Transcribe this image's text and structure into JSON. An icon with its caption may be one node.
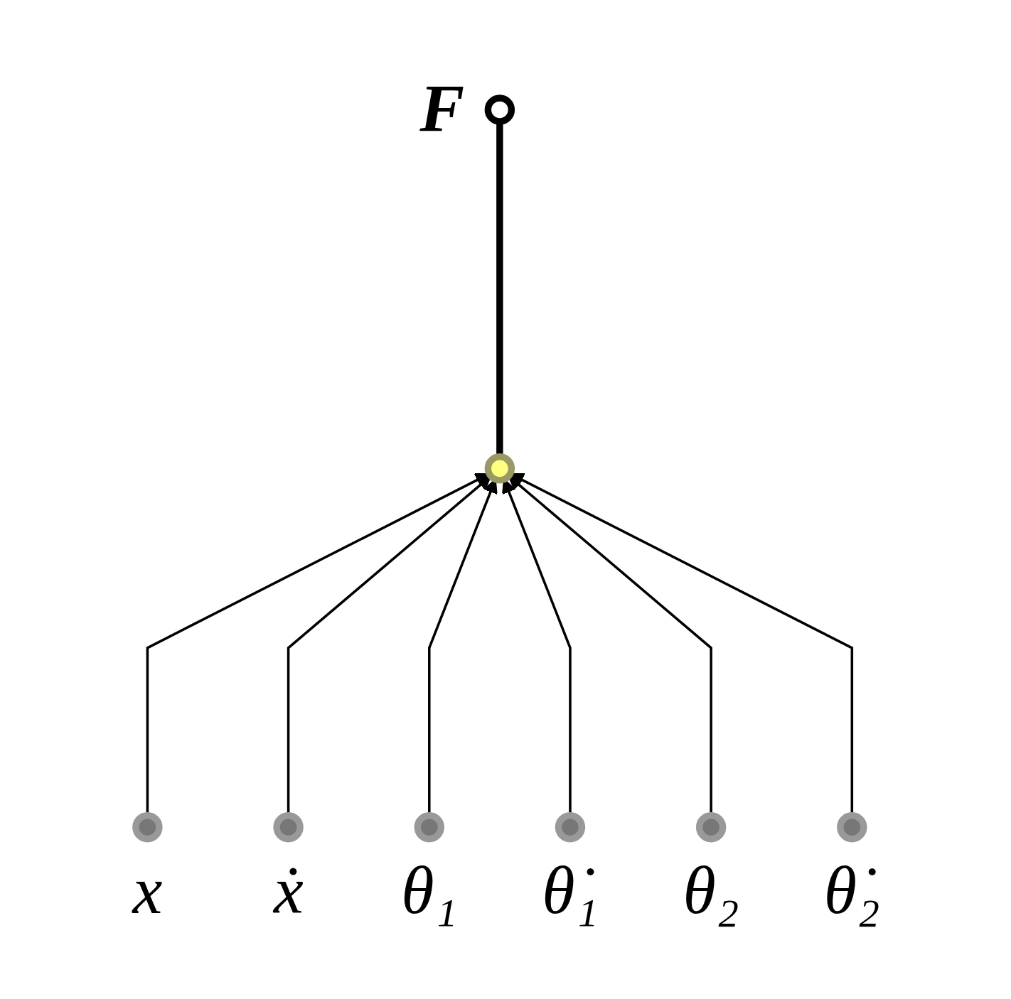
{
  "diagram": {
    "nodes": [
      {
        "text": [],
        "shape": "circle",
        "beside": [
          "F"
        ]
      },
      {
        "text": [],
        "shape": "circle"
      },
      {
        "text": [],
        "shape": "circle",
        "beside": [
          "x"
        ]
      },
      {
        "text": [],
        "shape": "circle",
        "beside": [
          "ẋ"
        ]
      },
      {
        "text": [],
        "shape": "circle",
        "beside": [
          "θ₁"
        ]
      },
      {
        "text": [],
        "shape": "circle",
        "beside": [
          "θ̇₁"
        ]
      },
      {
        "text": [],
        "shape": "circle",
        "beside": [
          "θ₂"
        ]
      },
      {
        "text": [],
        "shape": "circle",
        "beside": [
          "θ̇₂"
        ]
      }
    ],
    "edges": [
      {
        "from": 1,
        "to": 0,
        "arrow": "none",
        "style": "thick"
      },
      {
        "from": 2,
        "to": 1,
        "arrow": "to"
      },
      {
        "from": 3,
        "to": 1,
        "arrow": "to"
      },
      {
        "from": 4,
        "to": 1,
        "arrow": "to"
      },
      {
        "from": 5,
        "to": 1,
        "arrow": "to"
      },
      {
        "from": 6,
        "to": 1,
        "arrow": "to"
      },
      {
        "from": 7,
        "to": 1,
        "arrow": "to"
      }
    ]
  }
}
